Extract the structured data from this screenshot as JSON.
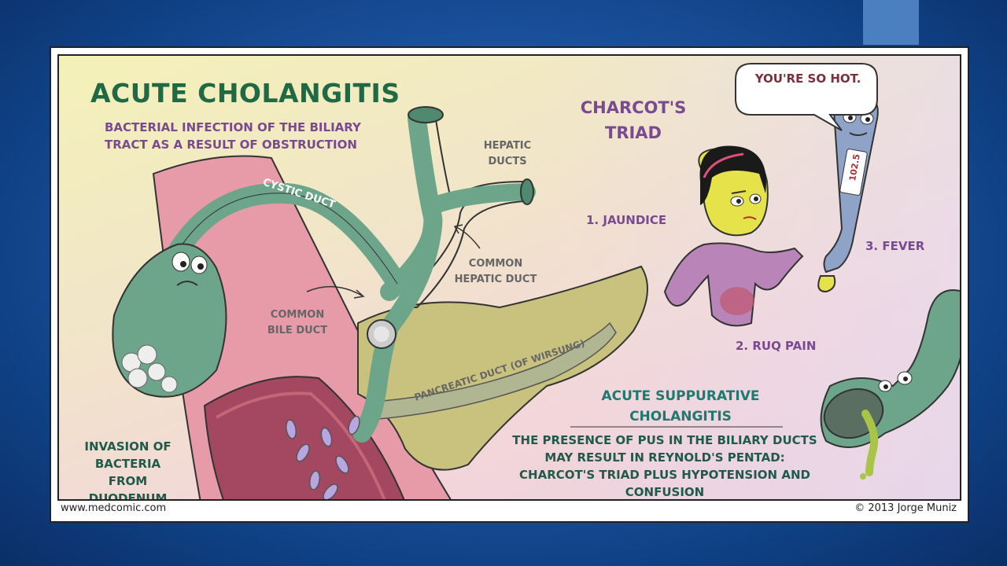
{
  "title": "ACUTE CHOLANGITIS",
  "subtitle": "BACTERIAL INFECTION OF THE BILIARY TRACT AS A RESULT OF OBSTRUCTION",
  "labels": {
    "hepatic_ducts": "HEPATIC DUCTS",
    "cystic_duct": "CYSTIC DUCT",
    "common_hepatic_duct": "COMMON HEPATIC DUCT",
    "common_bile_duct": "COMMON BILE DUCT",
    "pancreatic_duct": "PANCREATIC DUCT (OF WIRSUNG)",
    "invasion": "INVASION OF BACTERIA FROM DUODENUM"
  },
  "charcot": {
    "heading": "CHARCOT'S TRIAD",
    "item1": "1. JAUNDICE",
    "item2": "2. RUQ PAIN",
    "item3": "3. FEVER"
  },
  "speech_bubble": "YOU'RE SO HOT.",
  "thermometer_reading": "102.5",
  "suppurative": {
    "heading": "ACUTE SUPPURATIVE CHOLANGITIS",
    "description": "THE PRESENCE OF PUS IN THE BILIARY DUCTS MAY RESULT IN REYNOLD'S PENTAD: CHARCOT'S TRIAD PLUS HYPOTENSION AND CONFUSION"
  },
  "footer": {
    "website": "www.medcomic.com",
    "copyright": "© 2013 Jorge Muniz"
  }
}
